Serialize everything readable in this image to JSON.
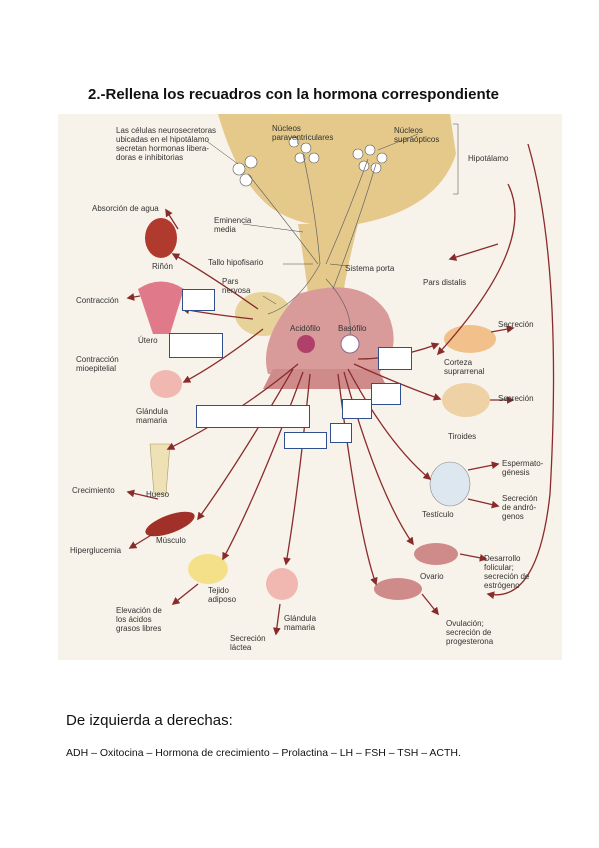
{
  "title": "2.-Rellena los recuadros con la hormona correspondiente",
  "figure": {
    "labels": {
      "celulas": "Las células neurosecretoras\nubicadas en el hipotálamo\nsecretan hormonas libera-\ndoras e inhibitorias",
      "nucleos_para": "Núcleos\nparaventriculares",
      "nucleos_supra": "Núcleos\nsupraópticos",
      "hipotalamo": "Hipotálamo",
      "absorcion": "Absorción de agua",
      "rinon": "Riñón",
      "eminencia": "Eminencia\nmedia",
      "tallo": "Tallo hipofisario",
      "sistema_porta": "Sistema porta",
      "pars_distalis": "Pars distalis",
      "contraccion": "Contracción",
      "pars_nervosa": "Pars\nnervosa",
      "utero": "Útero",
      "acidofilo": "Acidófilo",
      "basofilo": "Basófilo",
      "secrecion1": "Secreción",
      "contraccion_mio": "Contracción\nmioepitelial",
      "corteza": "Corteza\nsuprarrenal",
      "glandula1": "Glándula\nmamaria",
      "secrecion2": "Secreción",
      "tiroides": "Tiroides",
      "espermato": "Espermato-\ngénesis",
      "crecimiento": "Crecimiento",
      "hueso": "Hueso",
      "testiculo": "Testículo",
      "secrecion_andro": "Secreción\nde andró-\ngenos",
      "musculo": "Músculo",
      "hiperglu": "Hiperglucemia",
      "desarrollo": "Desarrollo\nfolicular;\nsecreción de\nestrógeno",
      "tejido": "Tejido\nadiposo",
      "ovario": "Ovario",
      "elevacion": "Elevación de\nlos ácidos\ngrasos libres",
      "glandula2": "Glándula\nmamaria",
      "ovulacion": "Ovulación;\nsecreción de\nprogesterona",
      "secrecion_lactea": "Secreción\nláctea"
    }
  },
  "caption": "De izquierda a derechas:",
  "answers": "ADH – Oxitocina – Hormona de crecimiento – Prolactina – LH – FSH – TSH – ACTH.",
  "colors": {
    "tissue": "#e4c98a",
    "pituitary": "#d99a9a",
    "arrow": "#8a2b2b",
    "box": "#2f4f8f"
  }
}
